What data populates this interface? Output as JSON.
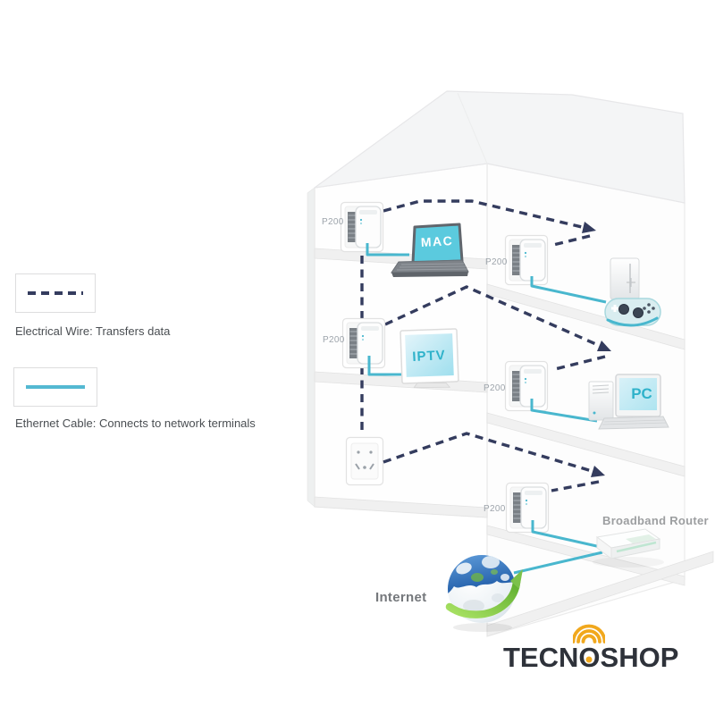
{
  "legend": {
    "electrical_label": "Electrical Wire: Transfers data",
    "ethernet_label": "Ethernet Cable: Connects to network terminals"
  },
  "diagram": {
    "adapter_label": "P200",
    "laptop_screen_label": "MAC",
    "tv_screen_label": "IPTV",
    "pc_screen_label": "PC",
    "router_label": "Broadband Router",
    "internet_label": "Internet"
  },
  "branding": {
    "logo_part1": "TECN",
    "logo_o": "O",
    "logo_part2": "SHOP",
    "logo_accent_color": "#f1a81d",
    "logo_text_color": "#2e323a"
  },
  "colors": {
    "electrical_wire": "#343c5e",
    "ethernet_cable": "#49b7ce",
    "screen_teal": "#2fb2ca",
    "globe_green": "#7cc14a",
    "globe_blue": "#2a63ad"
  }
}
